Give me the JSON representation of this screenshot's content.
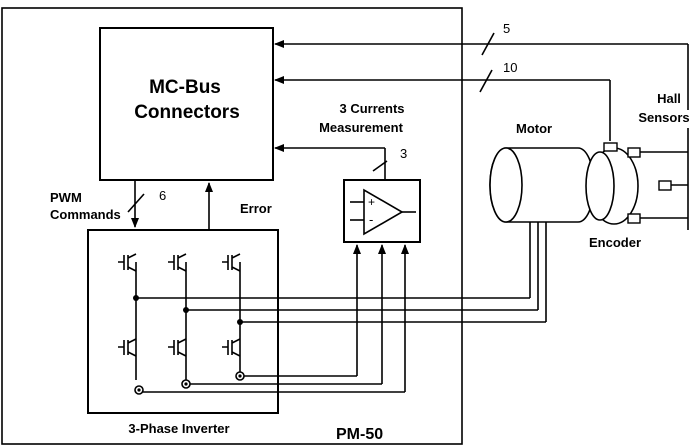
{
  "labels": {
    "mcbus_line1": "MC-Bus",
    "mcbus_line2": "Connectors",
    "currents_line1": "3 Currents",
    "currents_line2": "Measurement",
    "motor": "Motor",
    "hall_line1": "Hall",
    "hall_line2": "Sensors",
    "encoder": "Encoder",
    "pwm_line1": "PWM",
    "pwm_line2": "Commands",
    "error": "Error",
    "inverter": "3-Phase Inverter",
    "pm50": "PM-50"
  },
  "bus_counts": {
    "hall": "5",
    "encoder": "10",
    "currents": "3",
    "pwm": "6"
  },
  "amp_signs": {
    "plus": "+",
    "minus": "-"
  }
}
